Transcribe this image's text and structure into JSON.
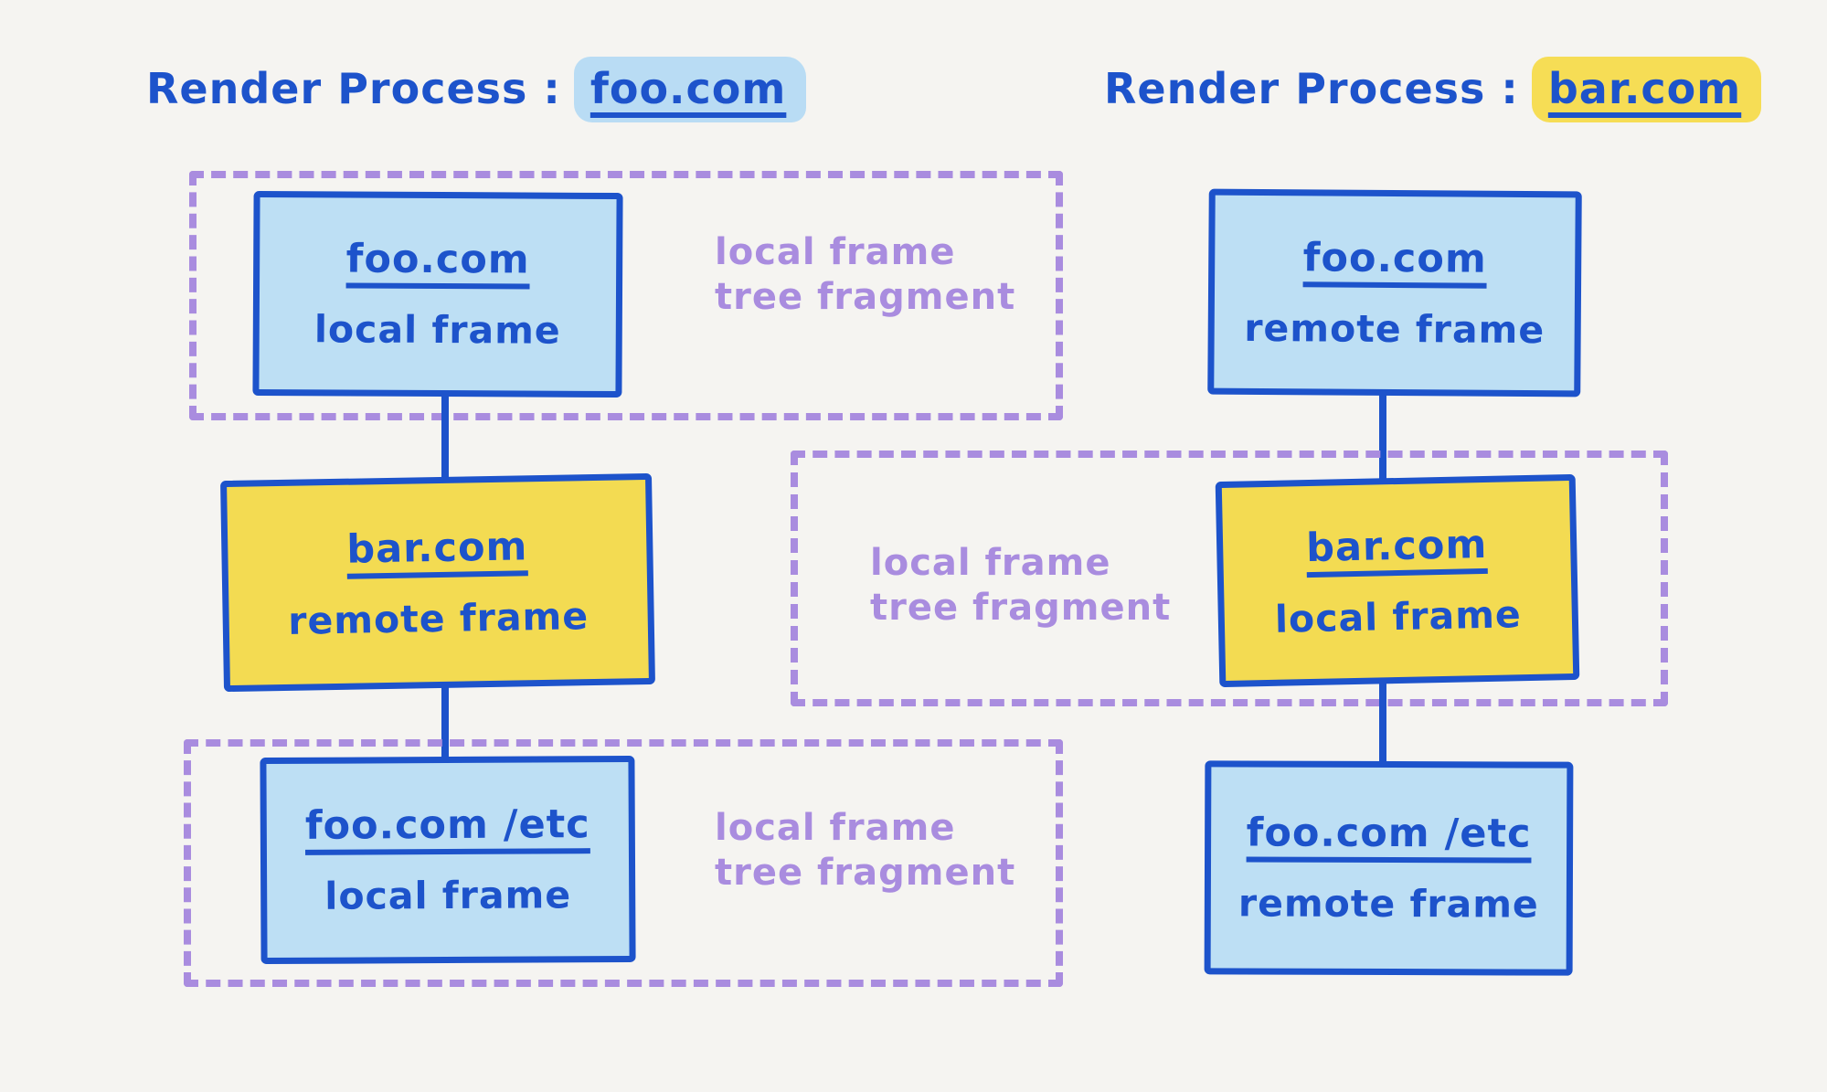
{
  "colors": {
    "background": "#F5F4F1",
    "ink_blue": "#1D53CB",
    "light_blue_fill": "#BDDFF4",
    "yellow_fill": "#F3DB52",
    "purple": "#A98CDF",
    "blue_highlight": "#B9DCF4",
    "yellow_highlight": "#F6DD55"
  },
  "left_process": {
    "title_prefix": "Render Process :",
    "title_domain": "foo.com",
    "nodes": [
      {
        "domain": "foo.com",
        "frame_type": "local frame"
      },
      {
        "domain": "bar.com",
        "frame_type": "remote frame"
      },
      {
        "domain": "foo.com /etc",
        "frame_type": "local frame"
      }
    ],
    "fragment_labels": [
      {
        "line1": "local frame",
        "line2": "tree fragment"
      },
      {
        "line1": "local frame",
        "line2": "tree fragment"
      }
    ]
  },
  "right_process": {
    "title_prefix": "Render Process :",
    "title_domain": "bar.com",
    "nodes": [
      {
        "domain": "foo.com",
        "frame_type": "remote frame"
      },
      {
        "domain": "bar.com",
        "frame_type": "local frame"
      },
      {
        "domain": "foo.com /etc",
        "frame_type": "remote frame"
      }
    ],
    "fragment_labels": [
      {
        "line1": "local frame",
        "line2": "tree fragment"
      }
    ]
  }
}
